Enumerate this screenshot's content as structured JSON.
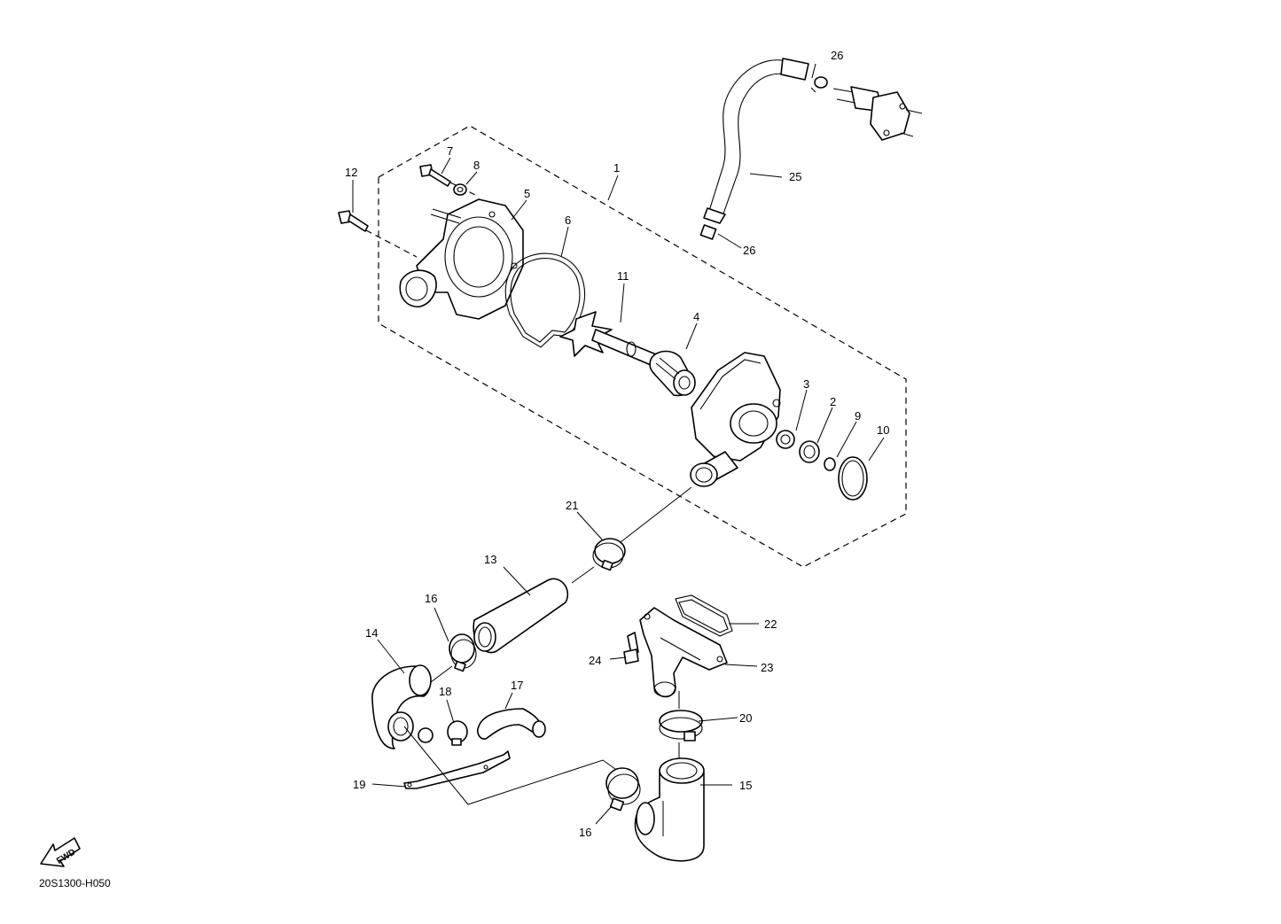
{
  "diagram": {
    "code": "20S1300-H050",
    "fwd_label": "FWD",
    "callouts": {
      "c1": "1",
      "c2": "2",
      "c3": "3",
      "c4": "4",
      "c5": "5",
      "c6": "6",
      "c7": "7",
      "c8": "8",
      "c9": "9",
      "c10": "10",
      "c11": "11",
      "c12": "12",
      "c13": "13",
      "c14": "14",
      "c15": "15",
      "c16a": "16",
      "c16b": "16",
      "c17": "17",
      "c18": "18",
      "c19": "19",
      "c20": "20",
      "c21": "21",
      "c22": "22",
      "c23": "23",
      "c24": "24",
      "c25": "25",
      "c26a": "26",
      "c26b": "26"
    }
  }
}
